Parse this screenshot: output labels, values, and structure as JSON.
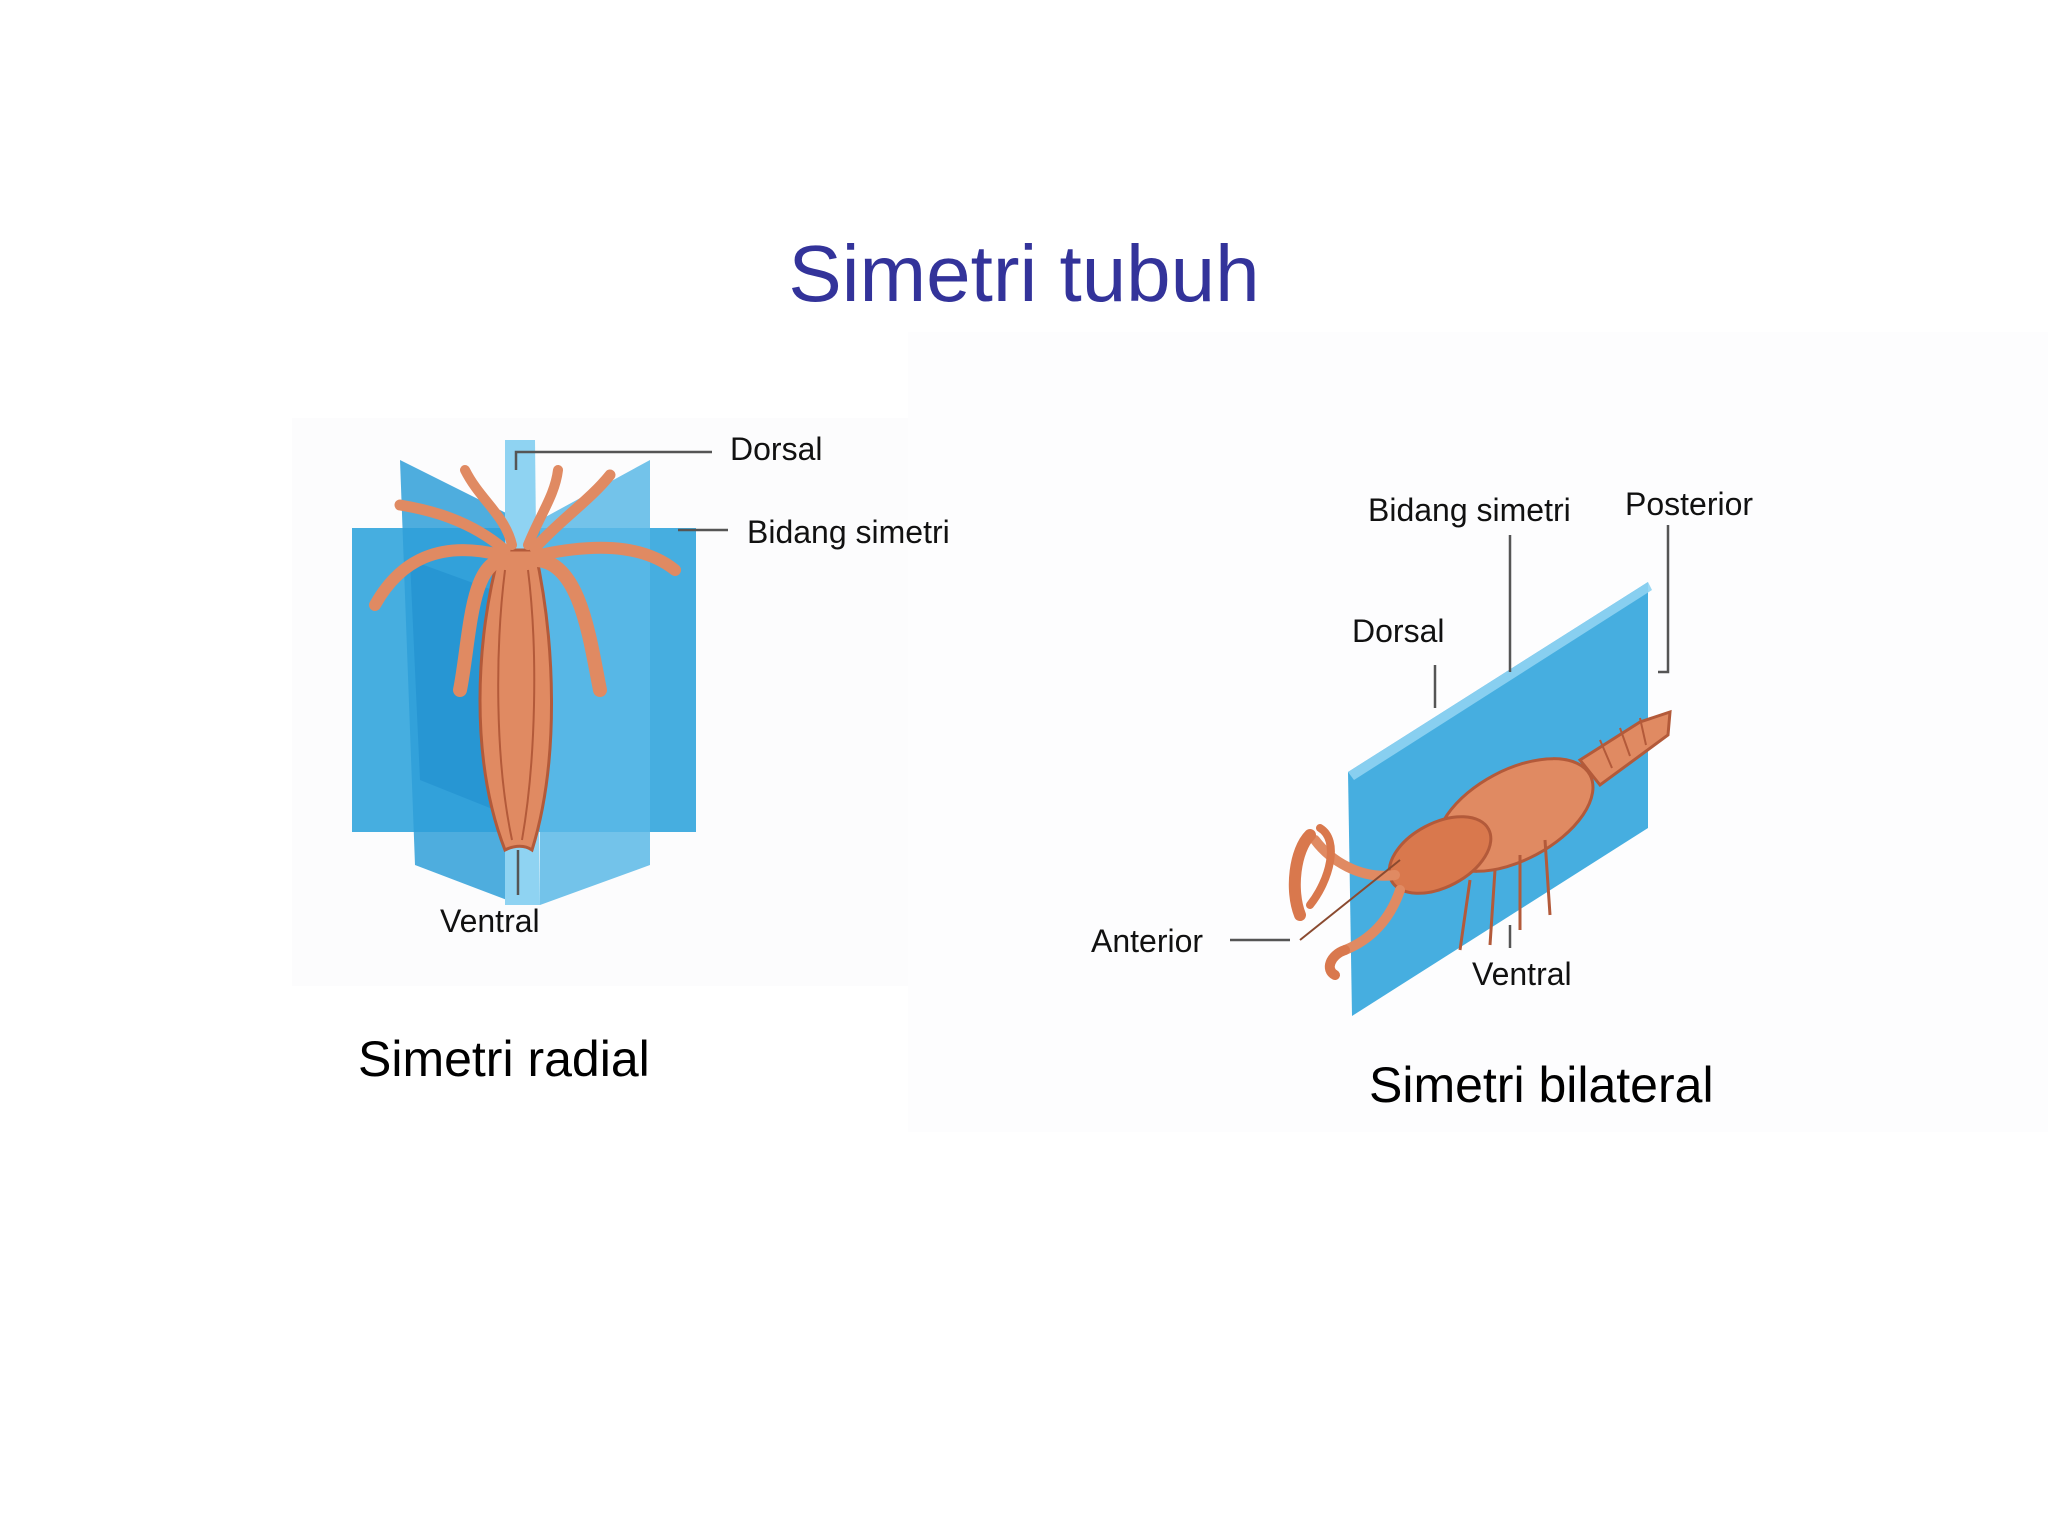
{
  "slide": {
    "title": "Simetri tubuh",
    "title_color": "#33339a"
  },
  "radial": {
    "label_dorsal": "Dorsal",
    "label_plane": "Bidang simetri",
    "label_ventral": "Ventral",
    "caption": "Simetri radial",
    "organism_icon": "sea-anemone-icon"
  },
  "bilateral": {
    "label_plane": "Bidang simetri",
    "label_posterior": "Posterior",
    "label_dorsal": "Dorsal",
    "label_anterior": "Anterior",
    "label_ventral": "Ventral",
    "caption": "Simetri bilateral",
    "organism_icon": "crayfish-icon"
  },
  "colors": {
    "plane_blue": "#3fa9de",
    "plane_light": "#8fd3f2",
    "organism": "#e08a62",
    "organism_dark": "#b35a3a"
  }
}
